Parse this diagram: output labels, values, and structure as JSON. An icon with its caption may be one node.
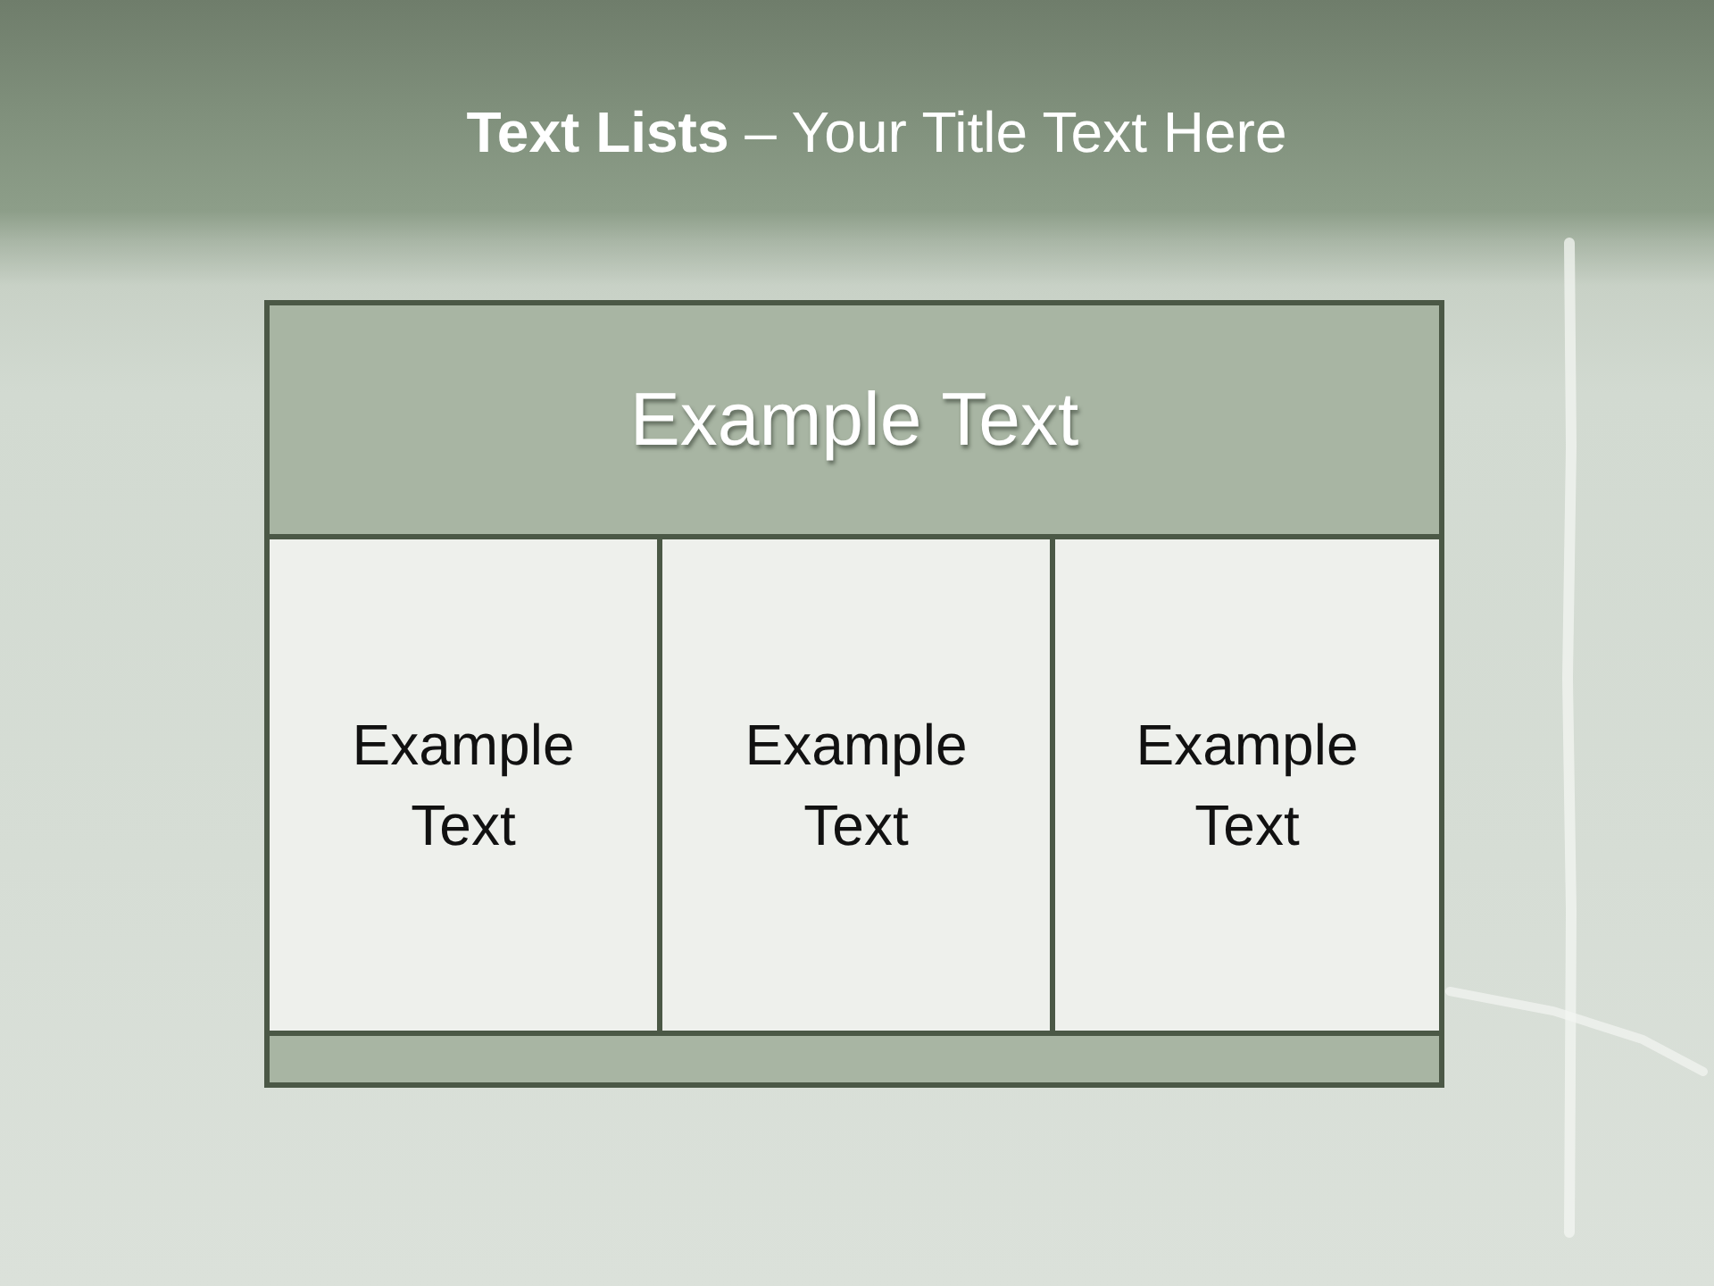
{
  "diagram": {
    "title": "**Text Lists** – Your Title Text Here",
    "nodes": [
      {
        "text": [
          "Example Text"
        ]
      },
      {
        "text": [
          "Example Text"
        ]
      },
      {
        "text": [
          "Example Text"
        ]
      },
      {
        "text": [
          "Example Text"
        ]
      },
      {
        "text": [],
        "shape": "bar"
      }
    ]
  }
}
